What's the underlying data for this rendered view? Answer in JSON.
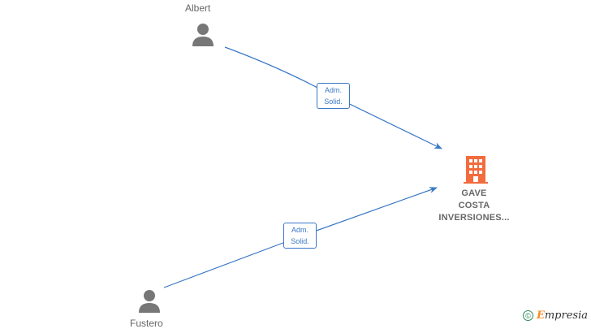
{
  "nodes": {
    "person_top": {
      "label": "Albert"
    },
    "person_bottom": {
      "label": "Fustero"
    },
    "company": {
      "label_lines": [
        "GAVE",
        "COSTA",
        "INVERSIONES..."
      ]
    }
  },
  "edges": [
    {
      "label_line1": "Adm.",
      "label_line2": "Solid."
    },
    {
      "label_line1": "Adm.",
      "label_line2": "Solid."
    }
  ],
  "watermark": {
    "symbol": "©",
    "brand_initial": "E",
    "brand_rest": "mpresia"
  },
  "colors": {
    "edge": "#3a78c6",
    "person_icon": "#777777",
    "company_icon": "#f26c3d",
    "label_text": "#666666"
  },
  "icons": {
    "person": "person-icon",
    "company": "building-icon"
  }
}
